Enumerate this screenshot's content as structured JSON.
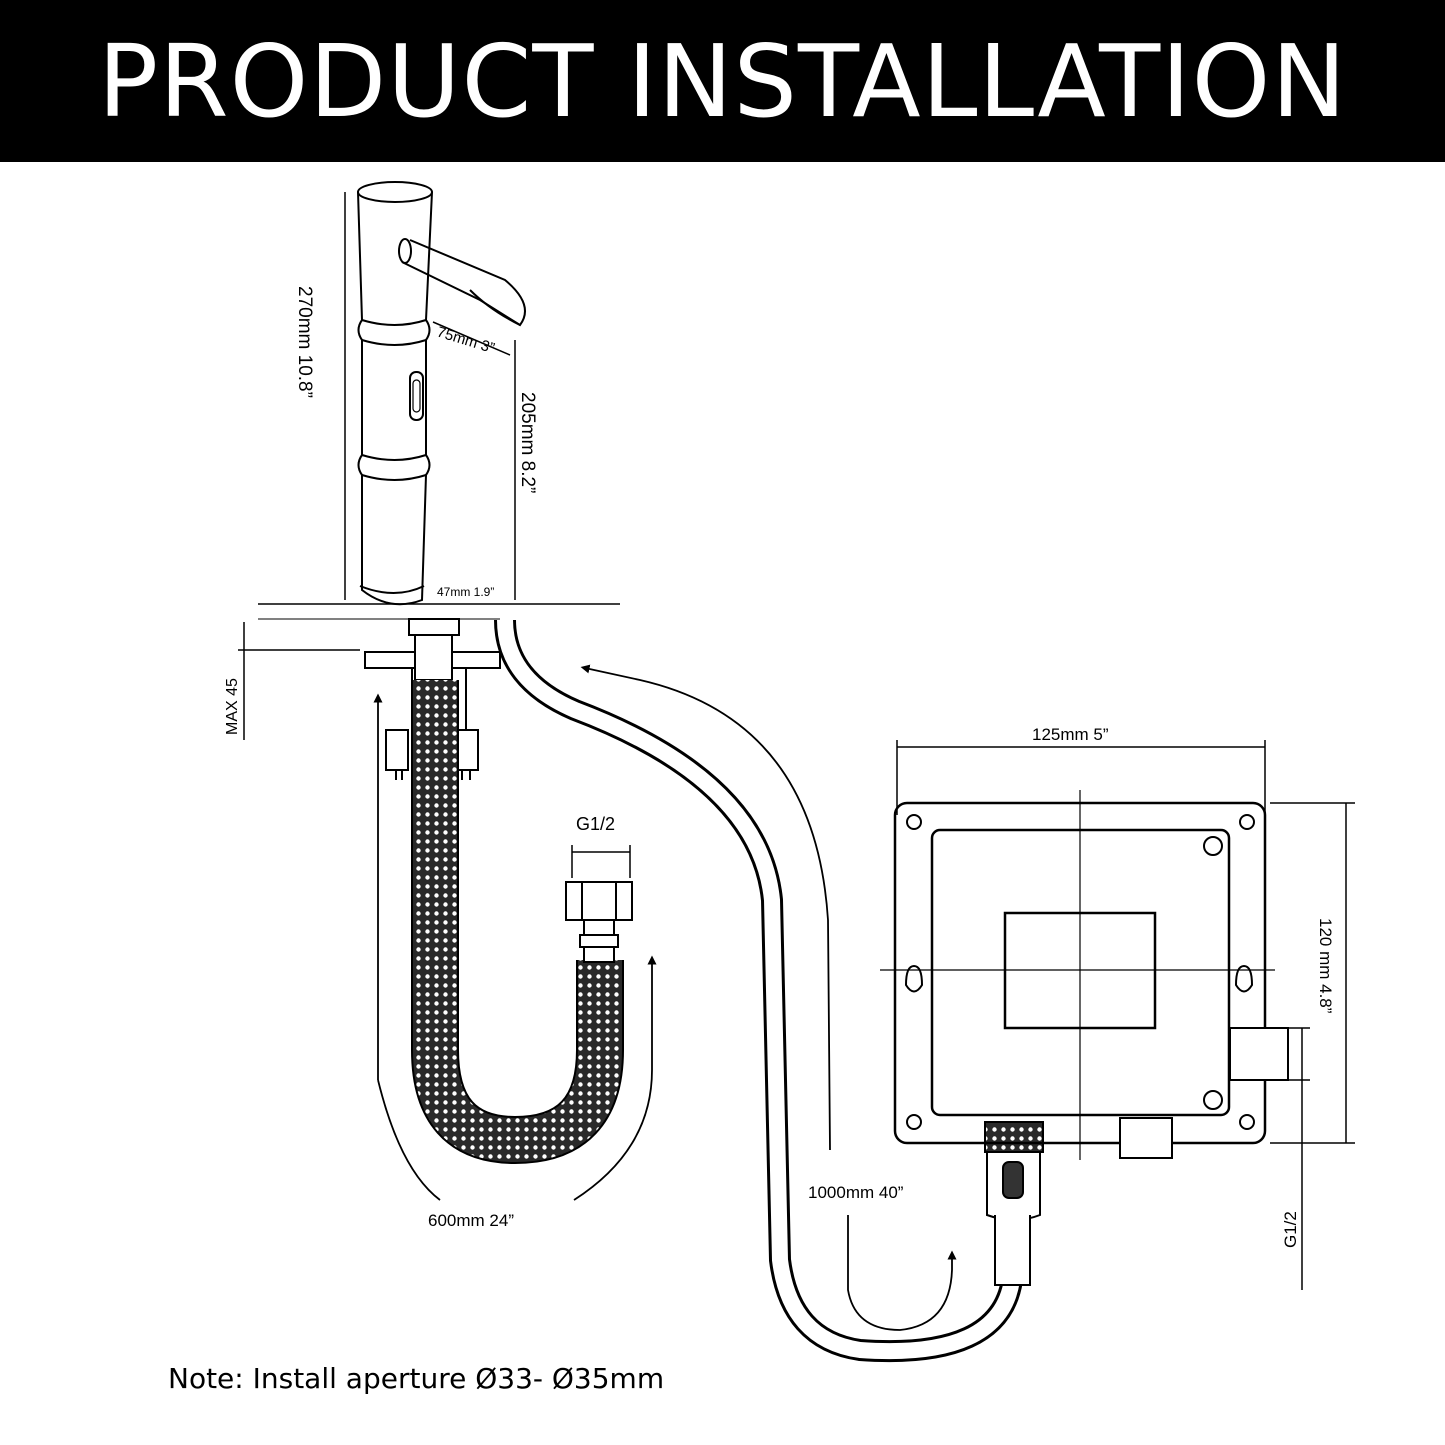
{
  "title": "PRODUCT INSTALLATION",
  "labels": {
    "height_total": "270mm 10.8”",
    "spout_reach": "75mm 3”",
    "spout_height": "205mm 8.2”",
    "base_diameter": "47mm  1.9”",
    "max_thickness": "MAX 45",
    "inlet_thread": "G1/2",
    "hose_length": "600mm 24”",
    "cable_length": "1000mm 40”",
    "box_width": "125mm 5”",
    "box_height": "120 mm 4.8”",
    "box_thread": "G1/2"
  },
  "note": "Note: Install aperture Ø33- Ø35mm"
}
